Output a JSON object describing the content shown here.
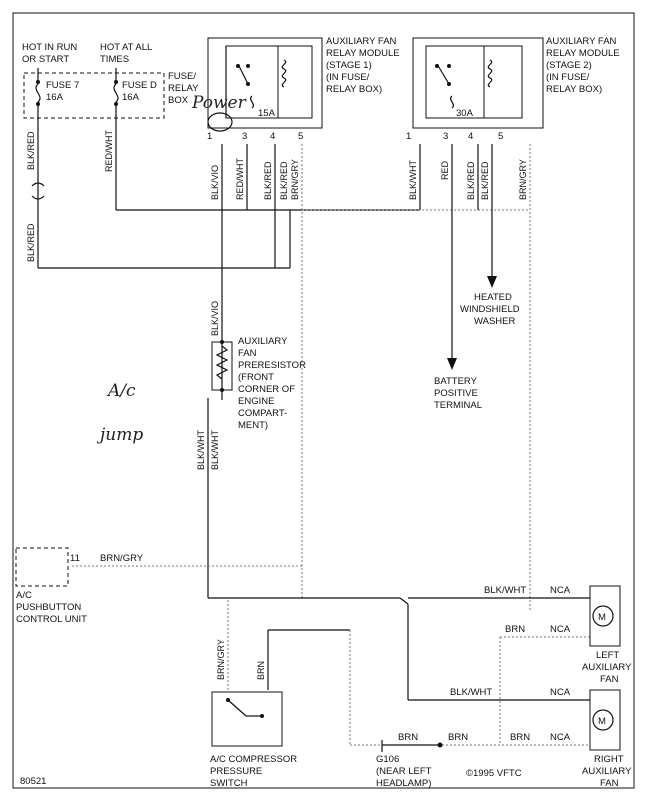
{
  "fuse_box": {
    "hot_run_start": [
      "HOT IN RUN",
      "OR START"
    ],
    "hot_all_times": [
      "HOT AT ALL",
      "TIMES"
    ],
    "fuse7": [
      "FUSE 7",
      "16A"
    ],
    "fused": [
      "FUSE D",
      "16A"
    ],
    "box_label": [
      "FUSE/",
      "RELAY",
      "BOX"
    ]
  },
  "relay1": {
    "title": [
      "AUXILIARY FAN",
      "RELAY MODULE",
      "(STAGE 1)",
      "(IN FUSE/",
      "RELAY BOX)"
    ],
    "fuse": "15A",
    "pins": [
      "1",
      "3",
      "4",
      "5"
    ]
  },
  "relay2": {
    "title": [
      "AUXILIARY FAN",
      "RELAY MODULE",
      "(STAGE 2)",
      "(IN FUSE/",
      "RELAY BOX)"
    ],
    "fuse": "30A",
    "pins": [
      "1",
      "3",
      "4",
      "5"
    ]
  },
  "wires": {
    "blk_red": "BLK/RED",
    "red_wht": "RED/WHT",
    "blk_vio": "BLK/VIO",
    "brn_gry": "BRN/GRY",
    "blk_wht": "BLK/WHT",
    "red": "RED",
    "brn": "BRN",
    "nca": "NCA"
  },
  "connector_11": "11",
  "components": {
    "preresistor": [
      "AUXILIARY",
      "FAN",
      "PRERESISTOR",
      "(FRONT",
      "CORNER OF",
      "ENGINE",
      "COMPART-",
      "MENT)"
    ],
    "washer": [
      "HEATED",
      "WINDSHIELD",
      "WASHER"
    ],
    "battery": [
      "BATTERY",
      "POSITIVE",
      "TERMINAL"
    ],
    "ac_control": [
      "A/C",
      "PUSHBUTTON",
      "CONTROL UNIT"
    ],
    "left_fan": [
      "LEFT",
      "AUXILIARY",
      "FAN"
    ],
    "right_fan": [
      "RIGHT",
      "AUXILIARY",
      "FAN"
    ],
    "compressor": [
      "A/C COMPRESSOR",
      "PRESSURE",
      "SWITCH"
    ],
    "ground": [
      "G106",
      "(NEAR LEFT",
      "HEADLAMP)"
    ],
    "motor": "M"
  },
  "handwriting": {
    "power": "Power",
    "ac": "A/c",
    "jump": "jump"
  },
  "footer": {
    "id": "80521",
    "copyright": "©1995 VFTC"
  }
}
